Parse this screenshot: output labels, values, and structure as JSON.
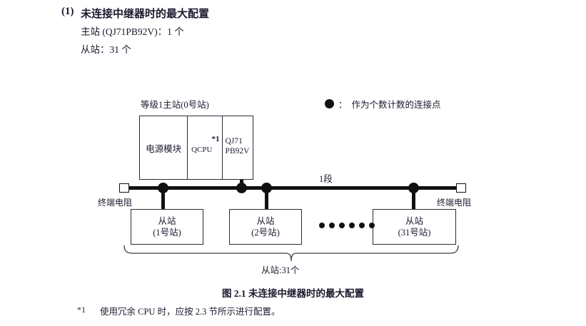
{
  "heading": {
    "number": "(1)",
    "title": "未连接中继器时的最大配置",
    "spec_lines": [
      "主站 (QJ71PB92V)：1 个",
      "从站：31 个"
    ]
  },
  "legend": {
    "symbol_name": "filled-circle",
    "separator": "：",
    "text": "作为个数计数的连接点"
  },
  "diagram": {
    "master": {
      "label": "等级1主站(0号站)",
      "cells": [
        {
          "name": "power-supply-module",
          "text": "电源模块"
        },
        {
          "name": "qcpu-module",
          "text": "QCPU",
          "footnote_mark": "*1"
        },
        {
          "name": "pb92v-module",
          "text_line_1": "QJ71",
          "text_line_2": "PB92V"
        }
      ]
    },
    "bus": {
      "segment_label": "1段",
      "terminal_left_label": "终端电阻",
      "terminal_right_label": "终端电阻",
      "terminator_icon": "terminating-resistor-square"
    },
    "slaves": [
      {
        "line1": "从站",
        "line2": "(1号站)"
      },
      {
        "line1": "从站",
        "line2": "(2号站)"
      },
      {
        "line1": "从站",
        "line2": "(31号站)"
      }
    ],
    "ellipsis_dot_count": 6,
    "brace_label": "从站:31个"
  },
  "caption": "图 2.1  未连接中继器时的最大配置",
  "footnote": {
    "mark": "*1",
    "text": "使用冗余 CPU 时，应按 2.3 节所示进行配置。"
  },
  "colors": {
    "ink": "#1a1a2e",
    "line": "#111111",
    "box_border": "#2a2a3a",
    "background": "#ffffff"
  }
}
